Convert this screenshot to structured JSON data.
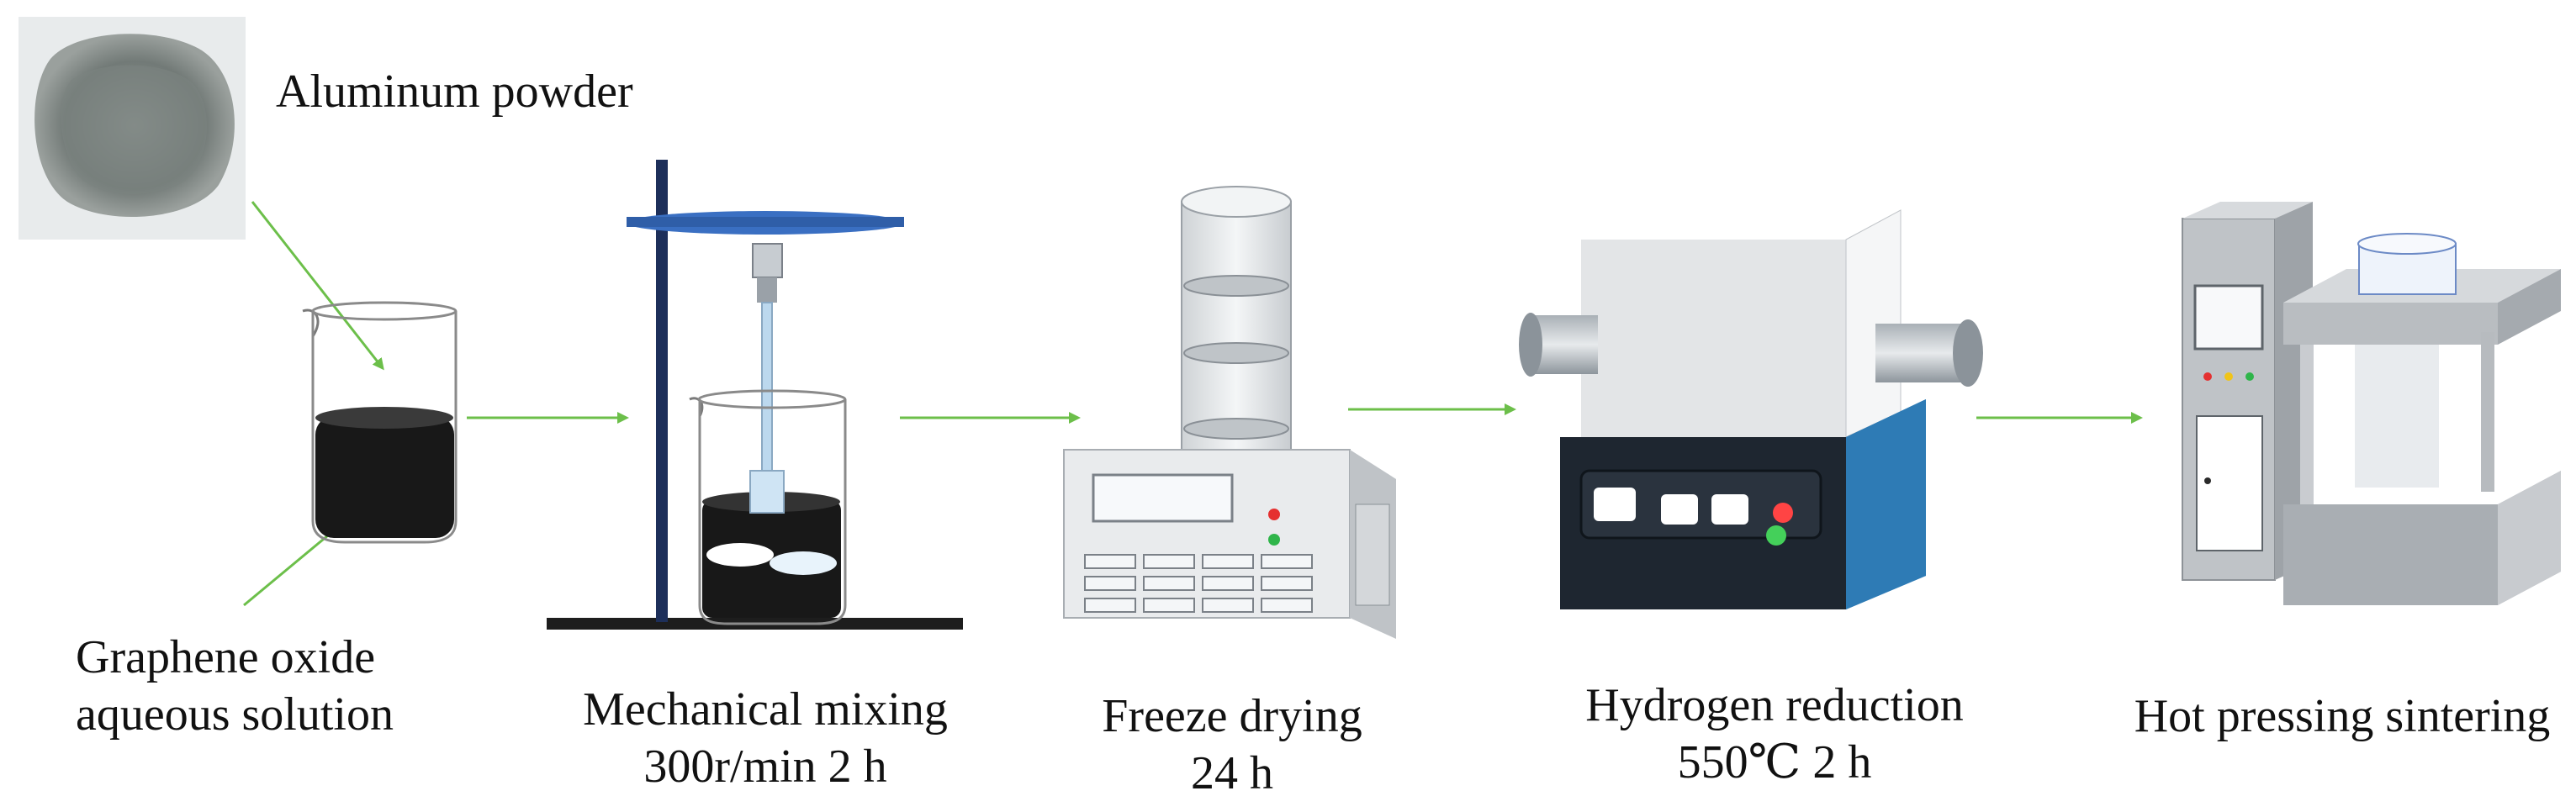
{
  "labels": {
    "aluminum": "Aluminum powder",
    "go_line1": "Graphene oxide",
    "go_line2": "aqueous solution",
    "mixing_line1": "Mechanical mixing",
    "mixing_line2": "300r/min 2 h",
    "freeze_line1": "Freeze drying",
    "freeze_line2": "24 h",
    "hydrogen_line1": "Hydrogen reduction",
    "hydrogen_line2": "550℃ 2 h",
    "sintering": "Hot pressing sintering"
  },
  "colors": {
    "arrow": "#6cbf4a",
    "stand_blue": "#3a6fc2",
    "furnace_blue": "#2e7bb5",
    "panel_dark": "#1e2630",
    "liquid": "#181818"
  }
}
